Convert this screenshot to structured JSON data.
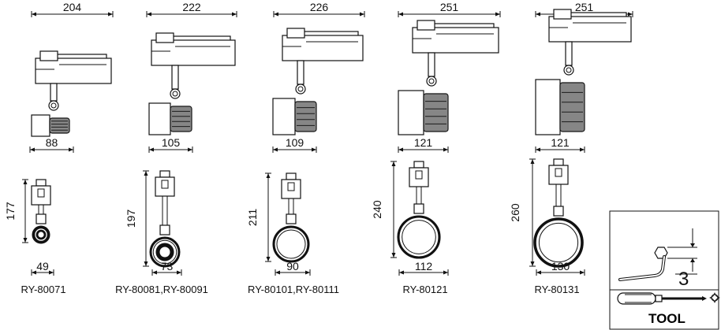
{
  "products": [
    {
      "model": "RY-80071",
      "length": "204",
      "head_width": "88",
      "height": "177",
      "diameter": "49"
    },
    {
      "model": "RY-80081,RY-80091",
      "length": "222",
      "head_width": "105",
      "height": "197",
      "diameter": "73"
    },
    {
      "model": "RY-80101,RY-80111",
      "length": "226",
      "head_width": "109",
      "height": "211",
      "diameter": "90"
    },
    {
      "model": "RY-80121",
      "length": "251",
      "head_width": "121",
      "height": "240",
      "diameter": "112"
    },
    {
      "model": "RY-80131",
      "length": "251",
      "head_width": "121",
      "height": "260",
      "diameter": "130"
    }
  ],
  "tool_panel": {
    "hex_size": "3",
    "label": "TOOL"
  }
}
